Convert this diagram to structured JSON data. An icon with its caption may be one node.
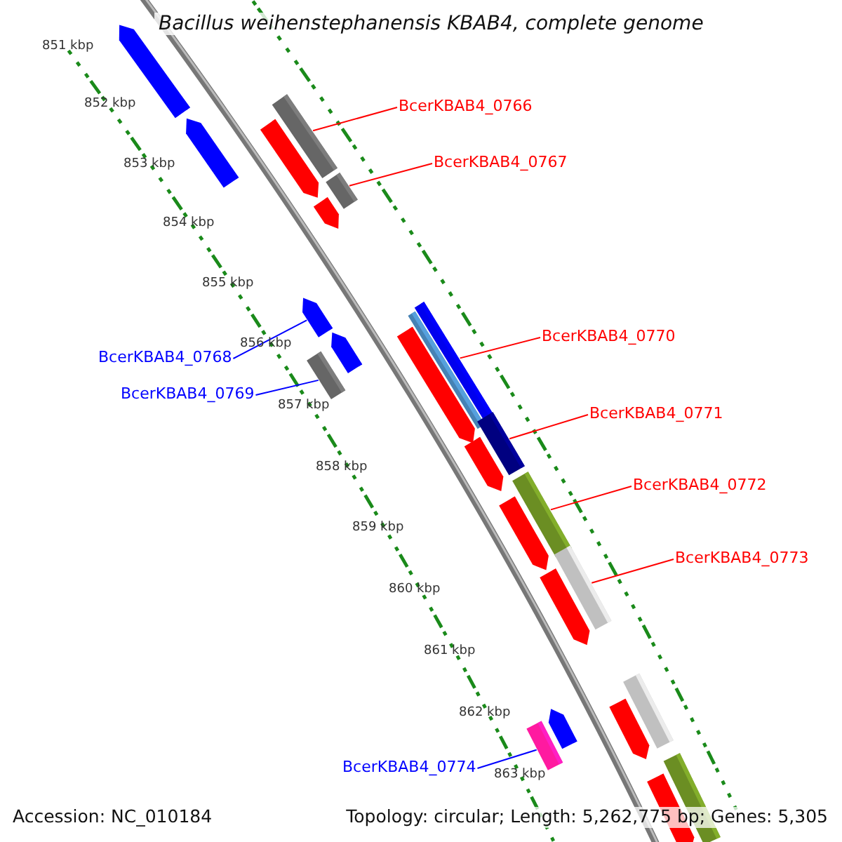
{
  "diagram": {
    "title": "Bacillus weihenstephanensis KBAB4, complete genome",
    "nodes": [
      {
        "text": [
          "BcerKBAB4_0766"
        ]
      },
      {
        "text": [
          "BcerKBAB4_0767"
        ]
      },
      {
        "text": [
          "BcerKBAB4_0768"
        ]
      },
      {
        "text": [
          "BcerKBAB4_0769"
        ]
      },
      {
        "text": [
          "BcerKBAB4_0770"
        ]
      },
      {
        "text": [
          "BcerKBAB4_0771"
        ]
      },
      {
        "text": [
          "BcerKBAB4_0772"
        ]
      },
      {
        "text": [
          "BcerKBAB4_0773"
        ]
      },
      {
        "text": [
          "BcerKBAB4_0774"
        ]
      },
      {
        "text": [],
        "shape": "pentagon"
      },
      {
        "text": [],
        "shape": "pentagon"
      },
      {
        "text": [],
        "shape": "pentagon"
      },
      {
        "text": [],
        "shape": "pentagon"
      },
      {
        "text": [],
        "shape": "bar"
      },
      {
        "text": [],
        "shape": "pentagon"
      },
      {
        "text": [],
        "shape": "bar"
      },
      {
        "text": [],
        "shape": "pentagon"
      },
      {
        "text": [],
        "shape": "bar"
      },
      {
        "text": [],
        "shape": "pentagon"
      },
      {
        "text": [],
        "shape": "bar"
      },
      {
        "text": [],
        "shape": "pentagon"
      },
      {
        "text": [],
        "shape": "bar"
      },
      {
        "text": [],
        "shape": "bar"
      },
      {
        "text": [],
        "shape": "pentagon"
      },
      {
        "text": [],
        "shape": "bar"
      },
      {
        "text": [],
        "shape": "pentagon"
      },
      {
        "text": [],
        "shape": "bar"
      },
      {
        "text": [],
        "shape": "pentagon"
      },
      {
        "text": [],
        "shape": "bar"
      },
      {
        "text": [],
        "shape": "pentagon"
      },
      {
        "text": [],
        "shape": "bar"
      },
      {
        "text": [],
        "shape": "pentagon"
      },
      {
        "text": [],
        "shape": "bar"
      }
    ],
    "edges": [
      {
        "from": 0,
        "to": 17,
        "arrow": "none"
      },
      {
        "from": 1,
        "to": 19,
        "arrow": "none"
      },
      {
        "from": 2,
        "to": 11,
        "arrow": "none",
        "color": "#0000ff"
      },
      {
        "from": 3,
        "to": 13,
        "arrow": "none",
        "color": "#0000ff"
      },
      {
        "from": 4,
        "to": 22,
        "arrow": "none"
      },
      {
        "from": 5,
        "to": 24,
        "arrow": "none"
      },
      {
        "from": 6,
        "to": 26,
        "arrow": "none"
      },
      {
        "from": 7,
        "to": 28,
        "arrow": "none"
      },
      {
        "from": 8,
        "to": 15,
        "arrow": "none",
        "color": "#0000ff"
      }
    ],
    "labels": [
      "851 kbp",
      "852 kbp",
      "853 kbp",
      "854 kbp",
      "855 kbp",
      "856 kbp",
      "857 kbp",
      "858 kbp",
      "859 kbp",
      "860 kbp",
      "861 kbp",
      "862 kbp",
      "863 kbp",
      "Accession: NC_010184",
      "Topology: circular; Length: 5,262,775 bp; Genes: 5,305"
    ]
  }
}
